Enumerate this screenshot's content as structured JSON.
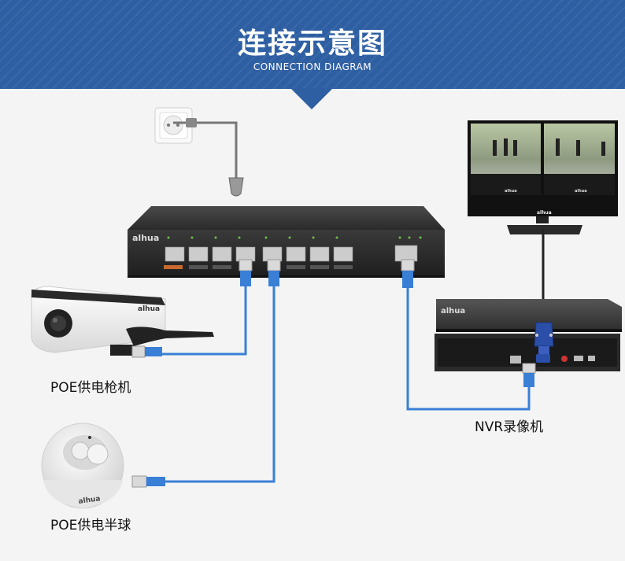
{
  "header": {
    "title": "连接示意图",
    "subtitle": "CONNECTION DIAGRAM"
  },
  "labels": {
    "poe_bullet": "POE供电枪机",
    "poe_dome": "POE供电半球",
    "nvr": "NVR录像机"
  },
  "devices": {
    "switch_brand": "alhua",
    "nvr_brand": "alhua",
    "monitor_brand": "alhua",
    "camera_brand": "alhua"
  },
  "colors": {
    "header_bg": "#2e5fa3",
    "cable": "#3a7fd6",
    "switch_body": "#2b2b2b",
    "vga_blue": "#2b4ea8"
  }
}
